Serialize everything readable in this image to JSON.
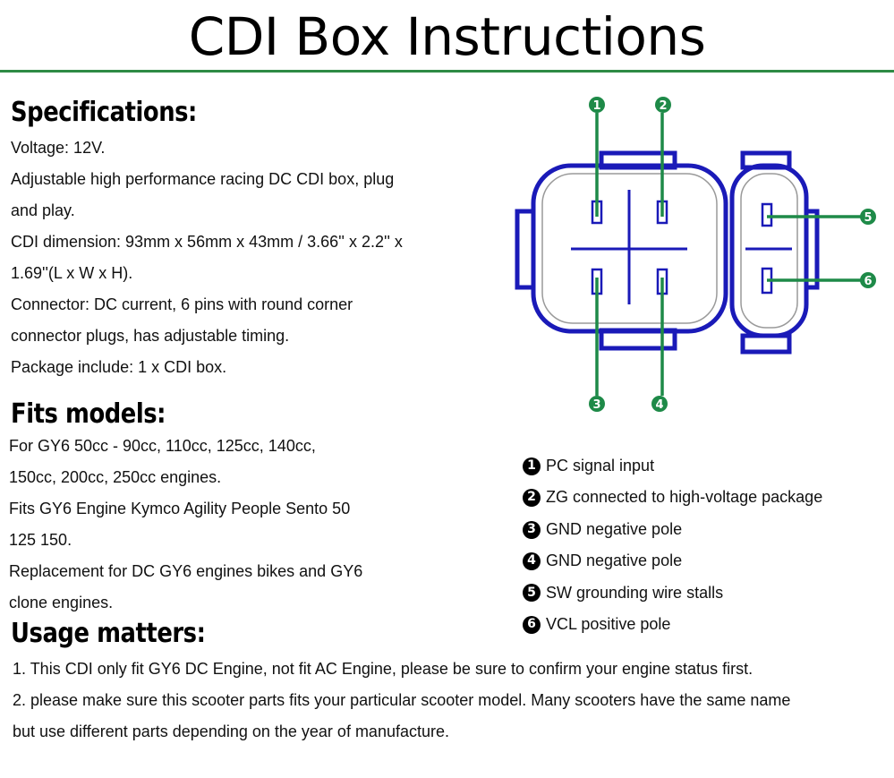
{
  "title": "CDI Box Instructions",
  "specifications": {
    "heading": "Specifications:",
    "lines": [
      "Voltage: 12V.",
      "Adjustable high performance racing DC CDI box, plug",
      "and play.",
      "CDI dimension: 93mm x 56mm x 43mm / 3.66'' x 2.2'' x",
      "1.69''(L x W x H).",
      "Connector: DC current, 6 pins with round corner",
      "connector plugs, has adjustable timing.",
      "Package include: 1 x CDI box."
    ]
  },
  "fits_models": {
    "heading": "Fits models:",
    "lines": [
      "For GY6 50cc - 90cc, 110cc, 125cc, 140cc,",
      "150cc, 200cc, 250cc engines.",
      "Fits GY6 Engine Kymco Agility People Sento 50",
      "125 150.",
      "Replacement for DC GY6 engines bikes and GY6",
      "clone engines."
    ]
  },
  "usage": {
    "heading": "Usage matters:",
    "lines": [
      "1. This CDI only fit GY6 DC Engine, not fit AC Engine, please be sure to confirm your engine status first.",
      "2. please make sure this scooter parts fits your particular scooter model. Many scooters have the same name",
      "but use different parts depending on the year of manufacture."
    ]
  },
  "diagram": {
    "pin_labels": [
      "1",
      "2",
      "3",
      "4",
      "5",
      "6"
    ],
    "colors": {
      "connector": "#1a1ab8",
      "callout": "#1e8a48",
      "outline": "#9a9a9a"
    }
  },
  "legend": [
    {
      "num": "1",
      "label": "PC signal input"
    },
    {
      "num": "2",
      "label": "ZG connected to high-voltage package"
    },
    {
      "num": "3",
      "label": "GND negative pole"
    },
    {
      "num": "4",
      "label": "GND negative pole"
    },
    {
      "num": "5",
      "label": "SW grounding wire stalls"
    },
    {
      "num": "6",
      "label": "VCL positive pole"
    }
  ]
}
